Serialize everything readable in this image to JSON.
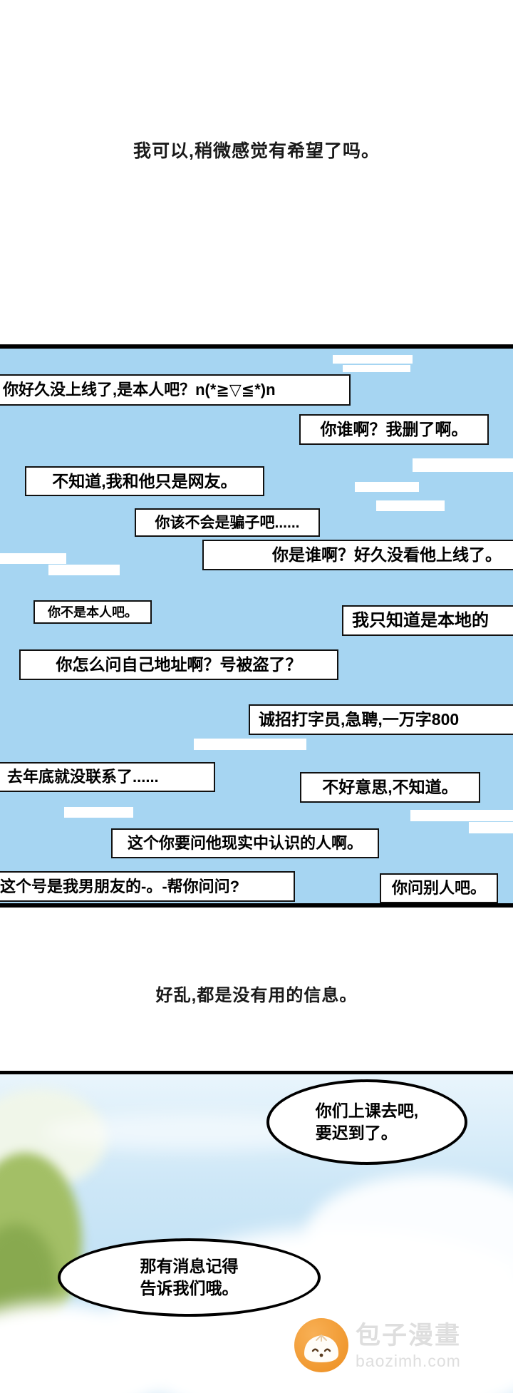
{
  "narration": {
    "top": "我可以,稍微感觉有希望了吗。",
    "mid": "好乱,都是没有用的信息。"
  },
  "chat": {
    "bg_color": "#a6d5f2",
    "messages": [
      {
        "text": "你好久没上线了,是本人吧？n(*≧▽≦*)n"
      },
      {
        "text": "你谁啊？我删了啊。"
      },
      {
        "text": "不知道,我和他只是网友。"
      },
      {
        "text": "你该不会是骗子吧......"
      },
      {
        "text": "你是谁啊？好久没看他上线了。"
      },
      {
        "text": "你不是本人吧。"
      },
      {
        "text": "我只知道是本地的"
      },
      {
        "text": "你怎么问自己地址啊？号被盗了？"
      },
      {
        "text": "诚招打字员,急聘,一万字800"
      },
      {
        "text": "去年底就没联系了......"
      },
      {
        "text": "不好意思,不知道。"
      },
      {
        "text": "这个你要问他现实中认识的人啊。"
      },
      {
        "text": "这个号是我男朋友的-。-帮你问问?"
      },
      {
        "text": "你问别人吧。"
      }
    ]
  },
  "scene": {
    "bubbles": [
      {
        "lines": [
          "你们上课去吧,",
          "要迟到了。"
        ]
      },
      {
        "lines": [
          "那有消息记得",
          "告诉我们哦。"
        ]
      }
    ]
  },
  "watermark": {
    "title": "包子漫畫",
    "domain": "baozimh.com",
    "icon": "baozi-bun-mascot"
  },
  "colors": {
    "chat_bg": "#a6d5f2",
    "panel_border": "#000000",
    "sky_top": "#e9f5fc",
    "sky_bottom": "#b2d9f2",
    "watermark_text": "#dedede",
    "bun_orange": "#f09a30"
  }
}
